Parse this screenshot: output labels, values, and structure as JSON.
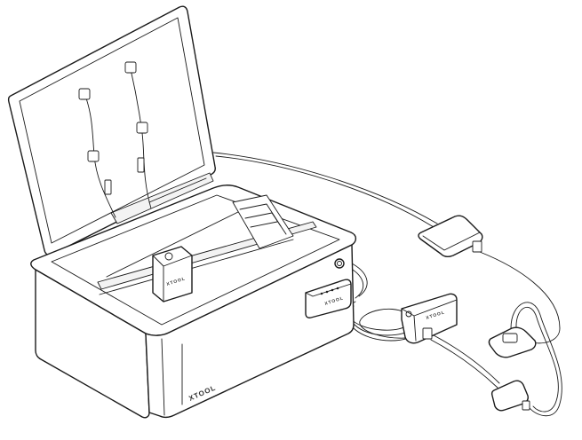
{
  "device": {
    "front_brand": "XTOOL",
    "head_brand": "XTOOL",
    "module_brand": "XTOOL",
    "adapter_brand": "XTOOL"
  },
  "colors": {
    "stroke": "#1a1a1a",
    "background": "#ffffff",
    "panel": "#f3f3f3"
  },
  "icons": [
    "power-button-icon",
    "indicator-led-icon"
  ]
}
